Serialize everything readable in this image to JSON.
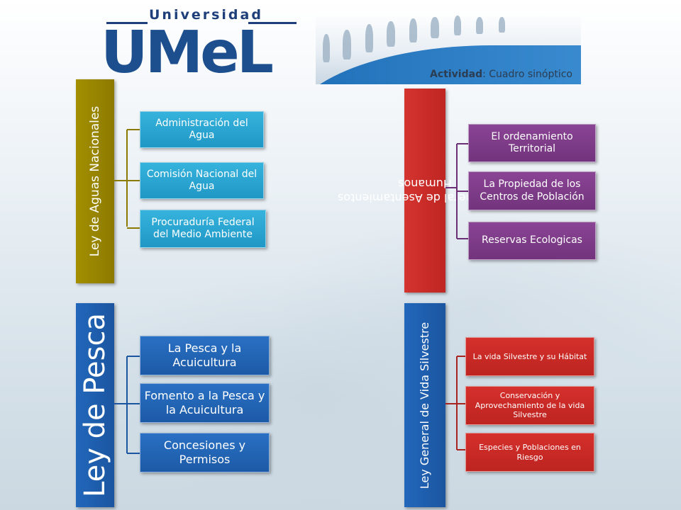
{
  "header": {
    "logo_top_text": "Universidad",
    "logo_main_text": "UMeL",
    "banner_label_bold": "Actividad",
    "banner_label_rest": ": Cuadro sinóptico"
  },
  "colors": {
    "yellow_branch": "#9b8600",
    "cyan_box": "#2aa3cf",
    "blue_branch": "#1f5fb0",
    "purple_branch": "#7e3b88",
    "red_branch": "#cc2a27"
  },
  "branches": {
    "aguas": {
      "title": "Ley de Aguas Nacionales",
      "items": [
        "Administración del Agua",
        "Comisión Nacional del Agua",
        "Procuraduría Federal del Medio Ambiente"
      ]
    },
    "pesca": {
      "title": "Ley de Pesca",
      "items": [
        "La Pesca y la Acuicultura",
        "Fomento a la Pesca y la Acuicultura",
        "Concesiones y Permisos"
      ]
    },
    "asentamientos": {
      "title": "Ley General de Asentamientos Humanos",
      "items": [
        "El ordenamiento Territorial",
        "La Propiedad de los Centros de Población",
        "Reservas Ecologicas"
      ]
    },
    "vida": {
      "title": "Ley General de Vida Silvestre",
      "items": [
        "La vida Silvestre y su Hábitat",
        "Conservación y Aprovechamiento de la vida Silvestre",
        "Especies y Poblaciones en Riesgo"
      ]
    }
  }
}
